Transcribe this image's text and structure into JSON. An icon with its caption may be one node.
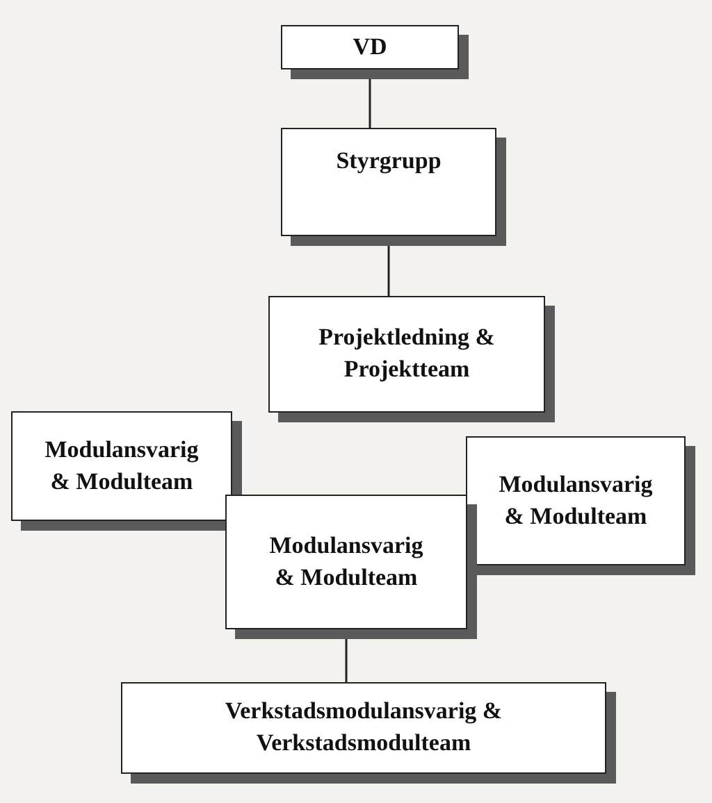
{
  "diagram": {
    "nodes": [
      {
        "text": [
          "VD"
        ]
      },
      {
        "text": [
          "Styrgrupp"
        ]
      },
      {
        "text": [
          "Projektledning & Projektteam"
        ]
      },
      {
        "text": [
          "Modulansvarig & Modulteam"
        ]
      },
      {
        "text": [
          "Modulansvarig & Modulteam"
        ]
      },
      {
        "text": [
          "Modulansvarig & Modulteam"
        ]
      },
      {
        "text": [
          "Verkstadsmodulansvarig & Verkstadsmodulteam"
        ]
      }
    ],
    "edges": [
      {
        "from": 0,
        "to": 1,
        "arrow": "none"
      },
      {
        "from": 1,
        "to": 2,
        "arrow": "none"
      },
      {
        "from": 4,
        "to": 6,
        "arrow": "none"
      }
    ]
  }
}
